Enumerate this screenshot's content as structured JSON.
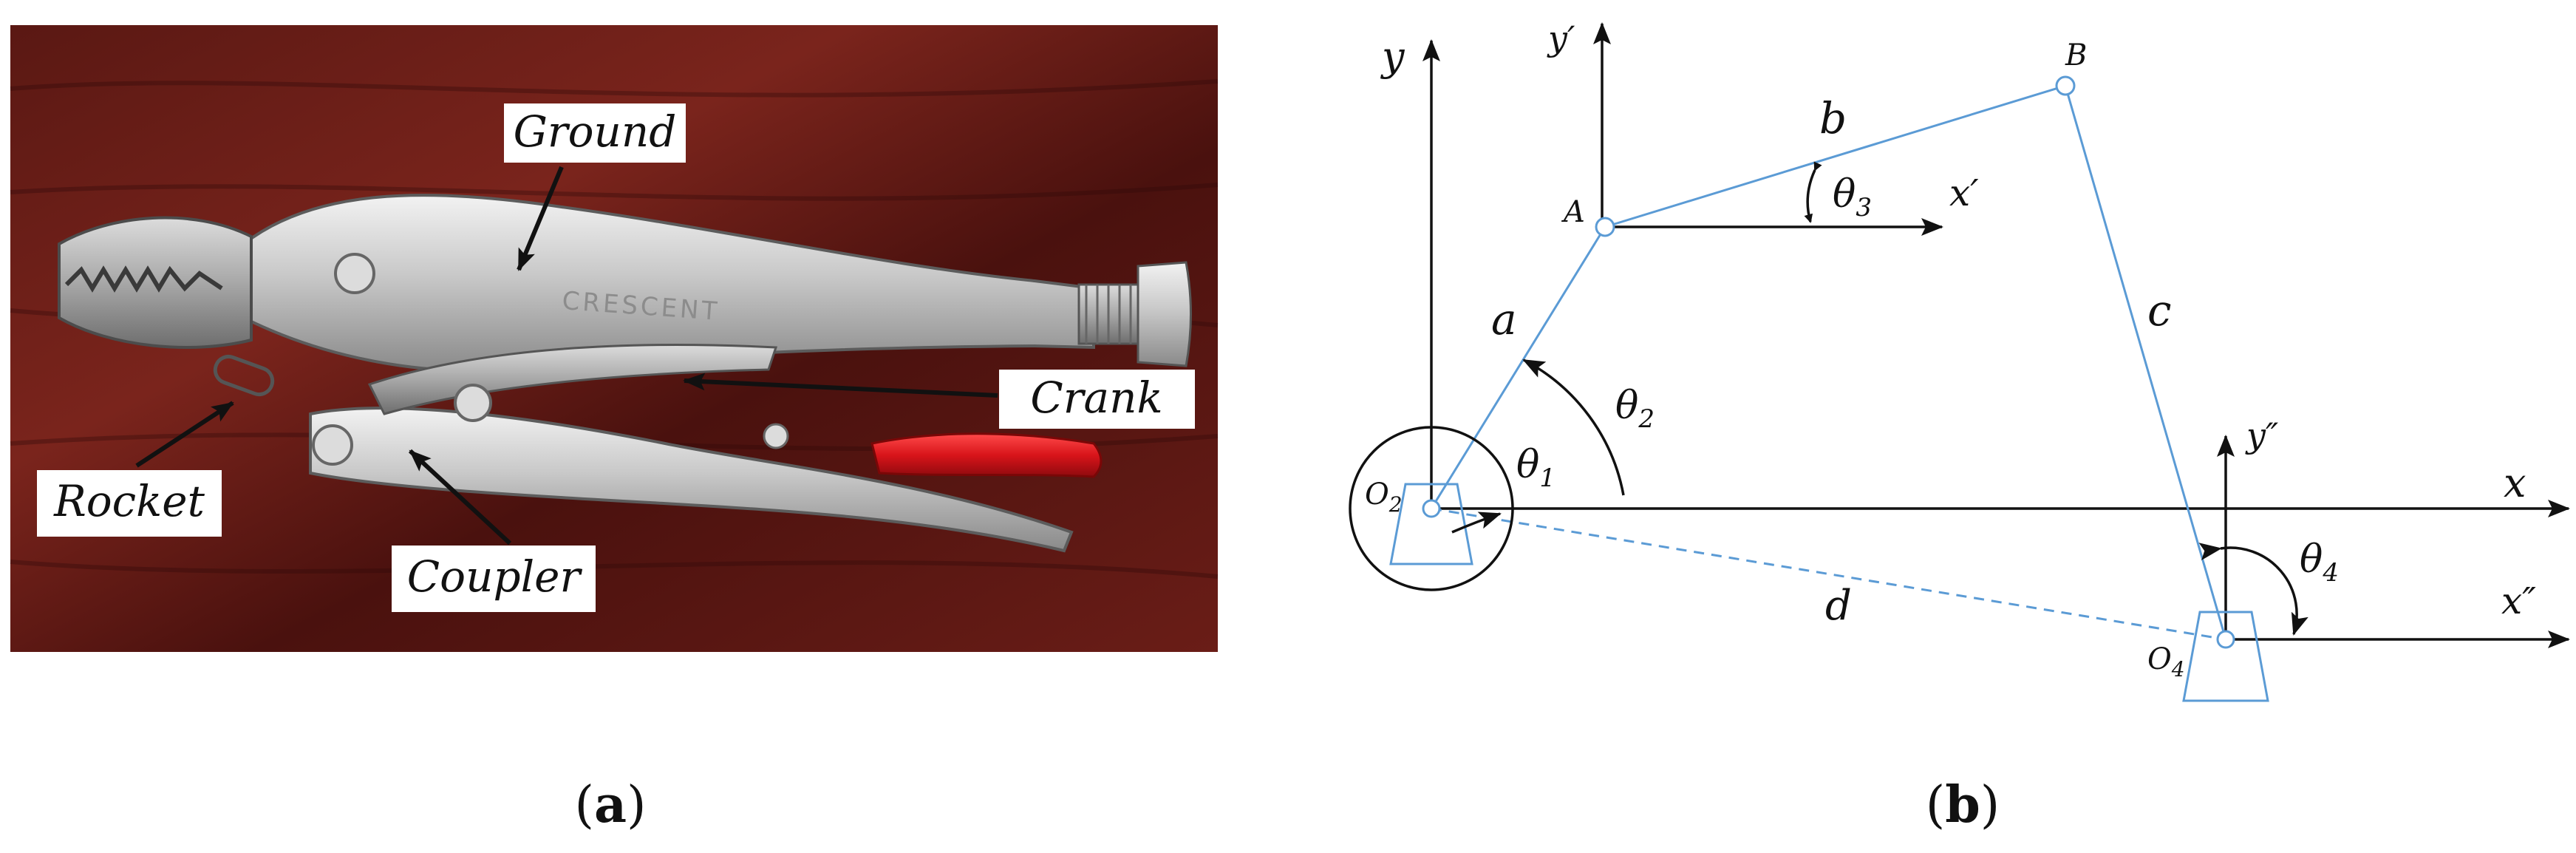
{
  "panel_a": {
    "caption_paren_open": "(",
    "caption_letter": "a",
    "caption_paren_close": ")",
    "labels": {
      "ground": "Ground",
      "crank": "Crank",
      "rocket": "Rocket",
      "coupler": "Coupler"
    },
    "brand_text": "CRESCENT",
    "colors": {
      "wood_dark": "#3a0e0c",
      "wood_mid": "#6b1f19",
      "metal_light": "#e6e6e6",
      "metal_mid": "#b9b9b9",
      "metal_dark": "#7b7b7b",
      "grip_red": "#d8141a"
    }
  },
  "panel_b": {
    "caption_paren_open": "(",
    "caption_letter": "b",
    "caption_paren_close": ")",
    "axes": {
      "x": "x",
      "y": "y",
      "x_prime": "x′",
      "y_prime": "y′",
      "x_dprime": "x″",
      "y_dprime": "y″"
    },
    "points": {
      "A": "A",
      "B": "B",
      "O2_letter": "O",
      "O2_sub": "2",
      "O4_letter": "O",
      "O4_sub": "4"
    },
    "links": {
      "a": "a",
      "b": "b",
      "c": "c",
      "d": "d"
    },
    "angles": {
      "theta1_sym": "θ",
      "theta1_sub": "1",
      "theta2_sym": "θ",
      "theta2_sub": "2",
      "theta3_sym": "θ",
      "theta3_sub": "3",
      "theta4_sym": "θ",
      "theta4_sub": "4"
    },
    "colors": {
      "link_blue": "#5b9bd5",
      "axis_black": "#111111"
    }
  }
}
